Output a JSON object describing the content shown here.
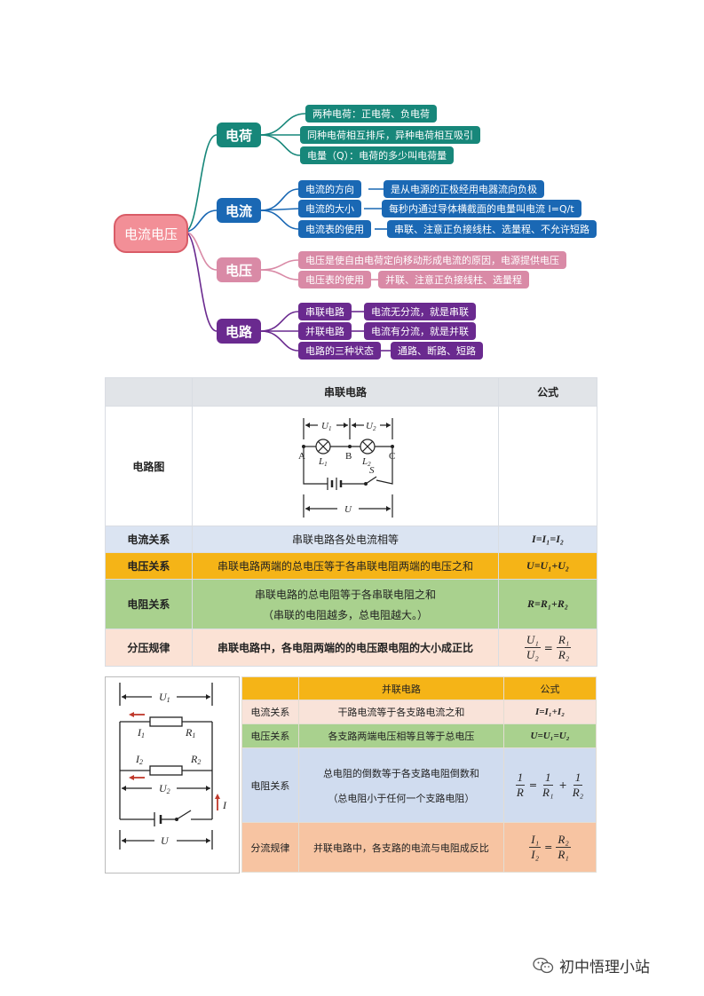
{
  "mindmap": {
    "root": "电流电压",
    "branches": [
      {
        "label": "电荷",
        "items": [
          "两种电荷：正电荷、负电荷",
          "同种电荷相互排斥，异种电荷相互吸引",
          "电量（Q）：电荷的多少叫电荷量"
        ]
      },
      {
        "label": "电流",
        "items": [
          {
            "k": "电流的方向",
            "v": "是从电源的正极经用电器流向负极"
          },
          {
            "k": "电流的大小",
            "v": "每秒内通过导体横截面的电量叫电流  I=Q/t"
          },
          {
            "k": "电流表的使用",
            "v": "串联、注意正负接线柱、选量程、不允许短路"
          }
        ]
      },
      {
        "label": "电压",
        "items": [
          {
            "k": "电压是使自由电荷定向移动形成电流的原因，电源提供电压",
            "v": ""
          },
          {
            "k": "电压表的使用",
            "v": "并联、注意正负接线柱、选量程"
          }
        ]
      },
      {
        "label": "电路",
        "items": [
          {
            "k": "串联电路",
            "v": "电流无分流，就是串联"
          },
          {
            "k": "并联电路",
            "v": "电流有分流，就是并联"
          },
          {
            "k": "电路的三种状态",
            "v": "通路、断路、短路"
          }
        ]
      }
    ],
    "colors": {
      "root": "#f28f97",
      "charge": "#17877a",
      "current": "#1a68b4",
      "voltage": "#d98aa6",
      "circuit": "#6a2a8f"
    }
  },
  "series_table": {
    "headers": [
      "",
      "串联电路",
      "公式"
    ],
    "diagram_label": "电路图",
    "diagram": {
      "u1": "U",
      "u1_sub": "1",
      "u2": "U",
      "u2_sub": "2",
      "l1": "L",
      "l1_sub": "1",
      "l2": "L",
      "l2_sub": "2",
      "a": "A",
      "b": "B",
      "c": "C",
      "s": "S",
      "u": "U"
    },
    "rows": [
      {
        "label": "电流关系",
        "text": "串联电路各处电流相等",
        "formula": "I=I₁=I₂",
        "bg": "#dbe4f2"
      },
      {
        "label": "电压关系",
        "text": "串联电路两端的总电压等于各串联电阻两端的电压之和",
        "formula": "U=U₁+U₂",
        "bg": "#f5b417"
      },
      {
        "label": "电阻关系",
        "text": "串联电路的总电阻等于各串联电阻之和",
        "text2": "（串联的电阻越多，总电阻越大。）",
        "formula": "R=R₁+R₂",
        "bg": "#a9d18e"
      },
      {
        "label": "分压规律",
        "text": "串联电路中，各电阻两端的的电压跟电阻的大小成正比",
        "frac_l": {
          "num": "U₁",
          "den": "U₂"
        },
        "frac_r": {
          "num": "R₁",
          "den": "R₂"
        },
        "bg": "#fbe2d5"
      }
    ]
  },
  "parallel_table": {
    "headers": [
      "",
      "并联电路",
      "公式"
    ],
    "diagram": {
      "u1": "U",
      "u1_sub": "1",
      "i1": "I",
      "i1_sub": "1",
      "r1": "R",
      "r1_sub": "1",
      "i2": "I",
      "i2_sub": "2",
      "r2": "R",
      "r2_sub": "2",
      "u2": "U",
      "u2_sub": "2",
      "i": "I",
      "u": "U"
    },
    "rows": [
      {
        "label": "电流关系",
        "text": "干路电流等于各支路电流之和",
        "formula": "I=I₁+I₂",
        "bg": "#f9e3d9"
      },
      {
        "label": "电压关系",
        "text": "各支路两端电压相等且等于总电压",
        "formula": "U=U₁=U₂",
        "bg": "#a9d18e"
      },
      {
        "label": "电阻关系",
        "text": "总电阻的倒数等于各支路电阻倒数和",
        "text2": "（总电阻小于任何一个支路电阻）",
        "f": {
          "one": "1",
          "r": "R",
          "r1": "R₁",
          "r2": "R₂"
        },
        "bg": "#d0dcef"
      },
      {
        "label": "分流规律",
        "text": "并联电路中，各支路的电流与电阻成反比",
        "frac_l": {
          "num": "I₁",
          "den": "I₂"
        },
        "frac_r": {
          "num": "R₂",
          "den": "R₁"
        },
        "bg": "#f7c4a2"
      }
    ]
  },
  "watermark": "初中悟理小站"
}
